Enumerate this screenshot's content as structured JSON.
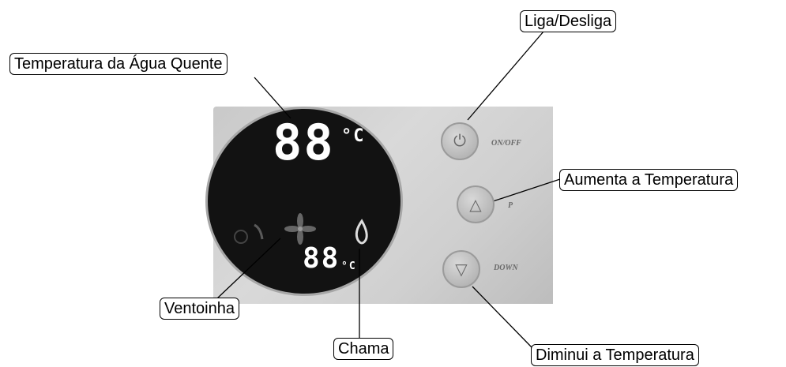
{
  "display": {
    "main_temperature": "88",
    "main_unit": "°C",
    "secondary_temperature": "88",
    "secondary_unit": "°C"
  },
  "buttons": {
    "power_label": "ON/OFF",
    "up_label": "P",
    "down_label": "DOWN"
  },
  "callouts": {
    "power": "Liga/Desliga",
    "hot_water_temp": "Temperatura da Água Quente",
    "increase_temp": "Aumenta a Temperatura",
    "fan": "Ventoinha",
    "flame": "Chama",
    "decrease_temp": "Diminui a Temperatura"
  },
  "colors": {
    "panel": "#cfcfcf",
    "display": "#121212",
    "segment": "#ffffff"
  }
}
